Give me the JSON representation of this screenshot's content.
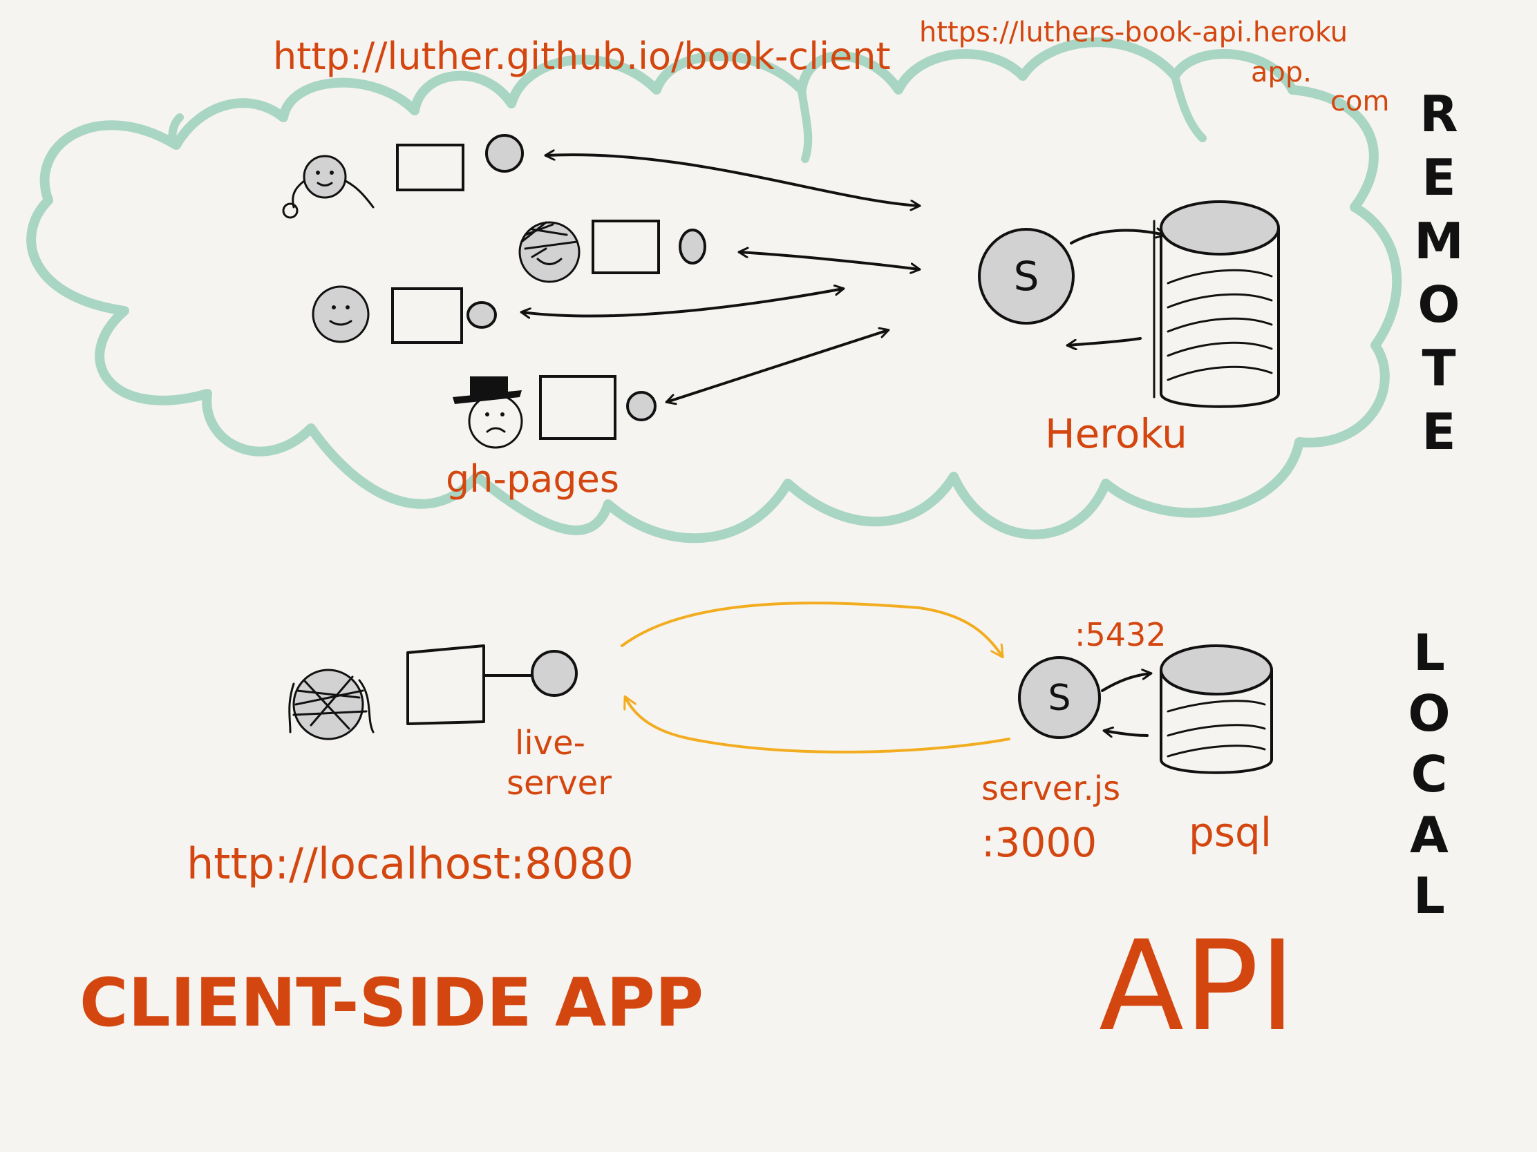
{
  "colors": {
    "background": "#f6f4f0",
    "ink": "#111111",
    "label_orange": "#d4460f",
    "cloud_green": "#a9d5c4",
    "local_arrow_yellow": "#f2ac1f",
    "node_gray": "#d2d2d2"
  },
  "remote": {
    "client_url": "http://luther.github.io/book-client",
    "api_url_line1": "https://luthers-book-api.heroku",
    "api_url_line2": "app.",
    "api_url_line3": "com",
    "client_host_label": "gh-pages",
    "server_host_label": "Heroku",
    "server_symbol": "S",
    "side_label": "REMOTE"
  },
  "local": {
    "client_server_label_line1": "live-",
    "client_server_label_line2": "server",
    "client_url": "http://localhost:8080",
    "db_port": ":5432",
    "server_label": "server.js",
    "server_port": ":3000",
    "db_label": "psql",
    "server_symbol": "S",
    "side_label": "LOCAL"
  },
  "footer": {
    "left_title": "CLIENT-SIDE APP",
    "right_title": "API"
  }
}
